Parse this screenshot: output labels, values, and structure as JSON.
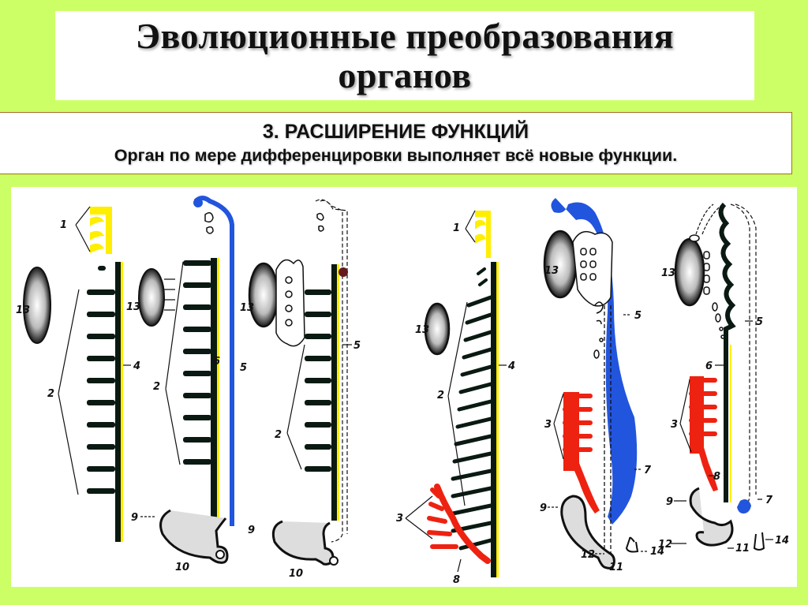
{
  "slide": {
    "title_lines": [
      "Эволюционные преобразования",
      "органов"
    ],
    "section_heading": "3. РАСШИРЕНИЕ ФУНКЦИЙ",
    "section_description": "Орган по мере дифференцировки выполняет всё новые функции."
  },
  "colors": {
    "background": "#ccff66",
    "panel": "#ffffff",
    "subtitle_border": "#a86a2a",
    "yellow_structure": "#ffee00",
    "blue_structure": "#2255dd",
    "red_structure": "#ee2211",
    "dark_structure": "#0a1a12"
  },
  "diagram": {
    "figures": [
      {
        "id": "stage-1",
        "labels": {
          "1": "1",
          "2": "2",
          "4": "4",
          "13": "13"
        }
      },
      {
        "id": "stage-2",
        "labels": {
          "2": "2",
          "5": "5",
          "6": "6",
          "9": "9",
          "10": "10",
          "13": "13"
        }
      },
      {
        "id": "stage-3",
        "labels": {
          "2": "2",
          "5": "5",
          "9": "9",
          "10": "10",
          "13": "13"
        }
      },
      {
        "id": "stage-4",
        "labels": {
          "1": "1",
          "2": "2",
          "3": "3",
          "4": "4",
          "8": "8",
          "13": "13"
        }
      },
      {
        "id": "stage-5",
        "labels": {
          "3": "3",
          "5": "5",
          "7": "7",
          "9": "9",
          "11": "11",
          "12": "12",
          "13": "13",
          "14": "14"
        }
      },
      {
        "id": "stage-6",
        "labels": {
          "3": "3",
          "5": "5",
          "6": "6",
          "7": "7",
          "8": "8",
          "9": "9",
          "11": "11",
          "12": "12",
          "13": "13",
          "14": "14"
        }
      }
    ]
  }
}
